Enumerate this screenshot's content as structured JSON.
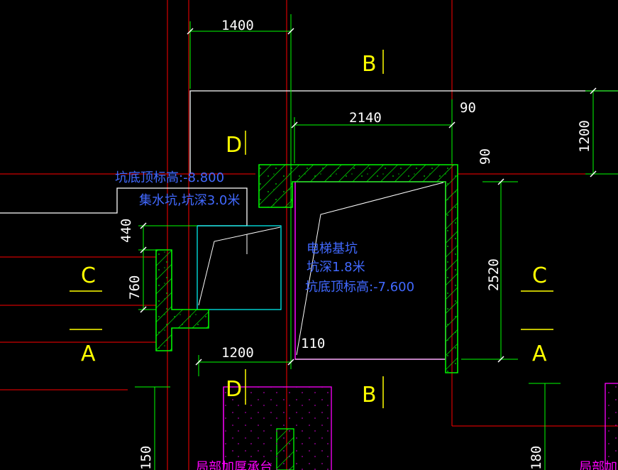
{
  "dimensions": {
    "d1400": "1400",
    "d2140": "2140",
    "d90a": "90",
    "d90b": "90",
    "d1200h": "1200",
    "d1200v": "1200",
    "d440": "440",
    "d760": "760",
    "d2520": "2520",
    "d110": "110",
    "d150": "150",
    "d180": "180"
  },
  "section_marks": {
    "b_top": "B",
    "b_bottom": "B",
    "d_top": "D",
    "d_bottom": "D",
    "c_left": "C",
    "a_left": "A",
    "c_right": "C",
    "a_right": "A"
  },
  "notes": {
    "sump_line1": "坑底顶标高:-8.800",
    "sump_line2": "集水坑,坑深3.0米",
    "elevator_line1": "电梯基坑",
    "elevator_line2": "坑深1.8米",
    "elevator_line3": "坑底顶标高:-7.600",
    "bottom_left_partial": "局部加厚承台",
    "bottom_right_partial": "局部加"
  },
  "colors": {
    "background": "#000000",
    "axis_red": "#ff0000",
    "dim_green": "#00ff00",
    "hatch_green": "#00ff00",
    "wall_white": "#ffffff",
    "pit_magenta": "#ff00ff",
    "sump_cyan": "#00ffff",
    "note_blue": "#4169ff",
    "section_yellow": "#ffff00"
  }
}
